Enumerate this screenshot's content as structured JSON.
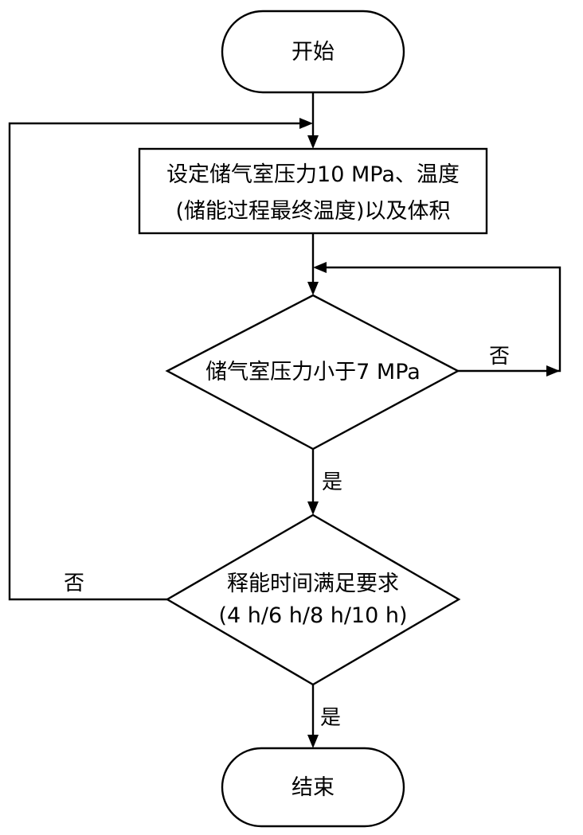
{
  "nodes": {
    "start": {
      "label": "开始"
    },
    "set_params": {
      "line1": "设定储气室压力10 MPa、温度",
      "line2": "(储能过程最终温度)以及体积"
    },
    "pressure_check": {
      "label": "储气室压力小于7 MPa"
    },
    "time_check": {
      "line1": "释能时间满足要求",
      "line2": "(4 h/6 h/8 h/10 h)"
    },
    "end": {
      "label": "结束"
    }
  },
  "edges": {
    "pressure_no": "否",
    "pressure_yes": "是",
    "time_no": "否",
    "time_yes": "是"
  }
}
